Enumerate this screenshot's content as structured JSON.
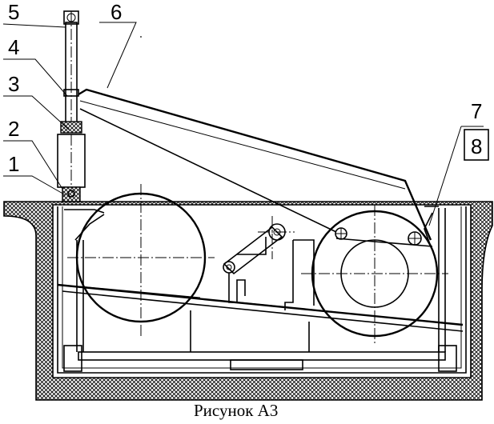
{
  "callouts": [
    {
      "id": "1",
      "text": "1"
    },
    {
      "id": "2",
      "text": "2"
    },
    {
      "id": "3",
      "text": "3"
    },
    {
      "id": "4",
      "text": "4"
    },
    {
      "id": "5",
      "text": "5"
    },
    {
      "id": "6",
      "text": "6"
    },
    {
      "id": "7",
      "text": "7"
    },
    {
      "id": "8",
      "text": "8"
    }
  ],
  "caption": "Рисунок А3"
}
